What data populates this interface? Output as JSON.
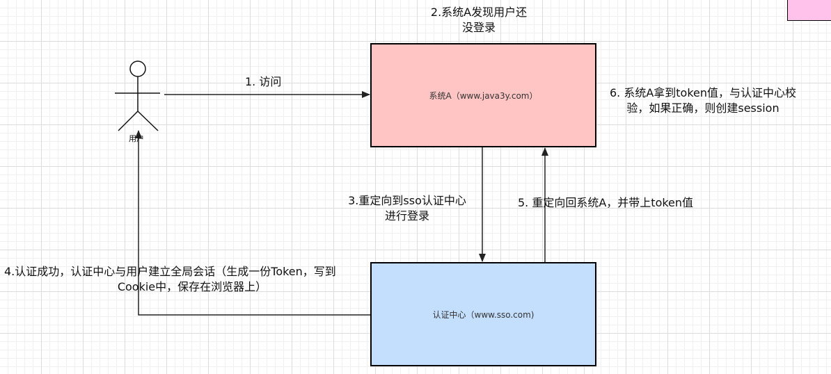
{
  "nodes": {
    "system_a": "系统A（www.java3y.com）",
    "sso": "认证中心（www.sso.com)",
    "user": "用户"
  },
  "labels": {
    "step1": "1.  访问",
    "step2": [
      "2.系统A发现用户还",
      "没登录"
    ],
    "step3": [
      "3.重定向到sso认证中心",
      "进行登录"
    ],
    "step4": [
      "4.认证成功，认证中心与用户建立全局会话（生成一份Token，写到",
      "Cookie中，保存在浏览器上）"
    ],
    "step5": "5. 重定向回系统A，并带上token值",
    "step6": [
      "6. 系统A拿到token值，与认证中心校",
      "验，如果正确，则创建session"
    ]
  },
  "colors": {
    "system_a_fill": "#ffc4c4",
    "sso_fill": "#c4dffe",
    "corner_fill": "#ffc2ea"
  }
}
